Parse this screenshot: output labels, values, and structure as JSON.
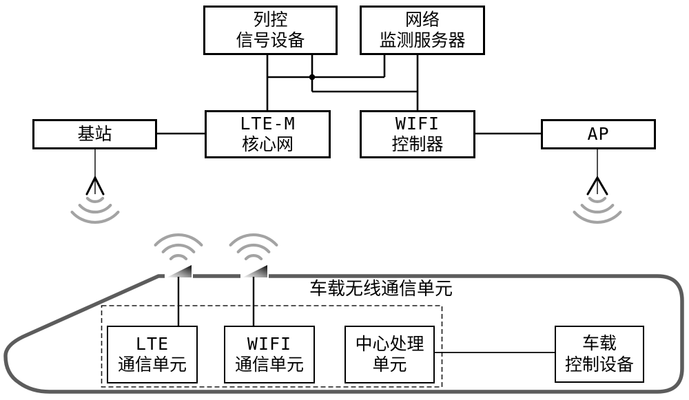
{
  "figure_type": "network-architecture-diagram",
  "colors": {
    "background": "#ffffff",
    "connector_line": "#000000",
    "train_outline": "#5c5c5c",
    "wireless_wave": "#a3a3a3",
    "antenna_fin_dark": "#0a0a0a",
    "antenna_fin_light": "#fafafa"
  },
  "icons": {
    "ground_antenna": "chevron-antenna-with-down-waves",
    "roof_antenna": "fin-antenna-with-up-waves",
    "junction": "filled-dot"
  },
  "nodes": {
    "train_control_signal": {
      "lines": [
        "列控",
        "信号设备"
      ]
    },
    "network_monitor_server": {
      "lines": [
        "网络",
        "监测服务器"
      ]
    },
    "base_station": {
      "lines": [
        "基站"
      ]
    },
    "lte_m_core": {
      "lines": [
        "LTE-M",
        "核心网"
      ]
    },
    "wifi_controller": {
      "lines": [
        "WIFI",
        "控制器"
      ]
    },
    "ap": {
      "lines": [
        "AP"
      ]
    },
    "onboard_wireless_unit": {
      "label": "车载无线通信单元"
    },
    "lte_comm_unit": {
      "lines": [
        "LTE",
        "通信单元"
      ]
    },
    "wifi_comm_unit": {
      "lines": [
        "WIFI",
        "通信单元"
      ]
    },
    "central_processing_unit": {
      "lines": [
        "中心处理",
        "单元"
      ]
    },
    "onboard_control_device": {
      "lines": [
        "车载",
        "控制设备"
      ]
    }
  }
}
